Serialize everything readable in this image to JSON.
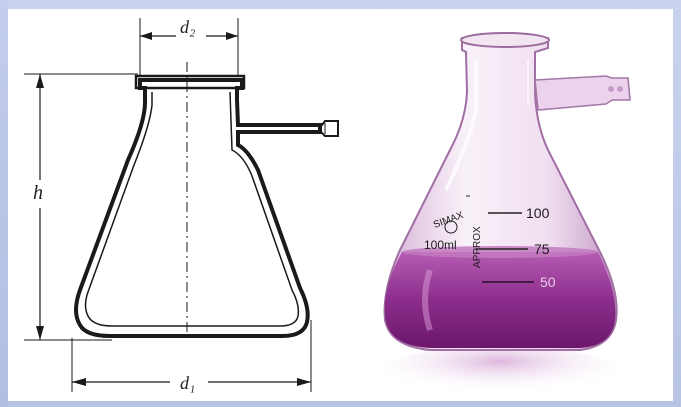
{
  "diagram": {
    "labels": {
      "top_diameter": "d₂",
      "height": "h",
      "bottom_diameter": "d₁"
    }
  },
  "photo": {
    "brand": "SIMAX",
    "volume_label": "100ml",
    "approx_label": "APPROX",
    "graduations": [
      "100",
      "75",
      "50"
    ],
    "liquid_color": "#8a2a8a",
    "glass_tint": "#e9c8ea"
  }
}
